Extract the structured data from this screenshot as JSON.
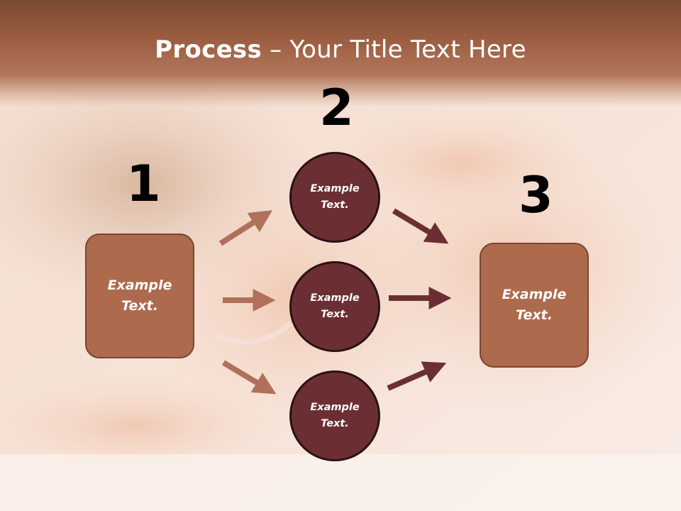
{
  "header": {
    "title_bold": "Process",
    "title_rest": " – Your Title Text Here"
  },
  "steps": [
    {
      "number": "1",
      "label": "Example\nText."
    },
    {
      "number": "2"
    },
    {
      "number": "3",
      "label": "Example\nText."
    }
  ],
  "circles": [
    {
      "label": "Example\nText."
    },
    {
      "label": "Example\nText."
    },
    {
      "label": "Example\nText."
    }
  ],
  "colors": {
    "box_fill": "#ad6a4c",
    "circle_fill": "#6b2f33",
    "arrow_left": "#b0705a",
    "arrow_right": "#6b2f33",
    "header": "#9a5c41"
  }
}
